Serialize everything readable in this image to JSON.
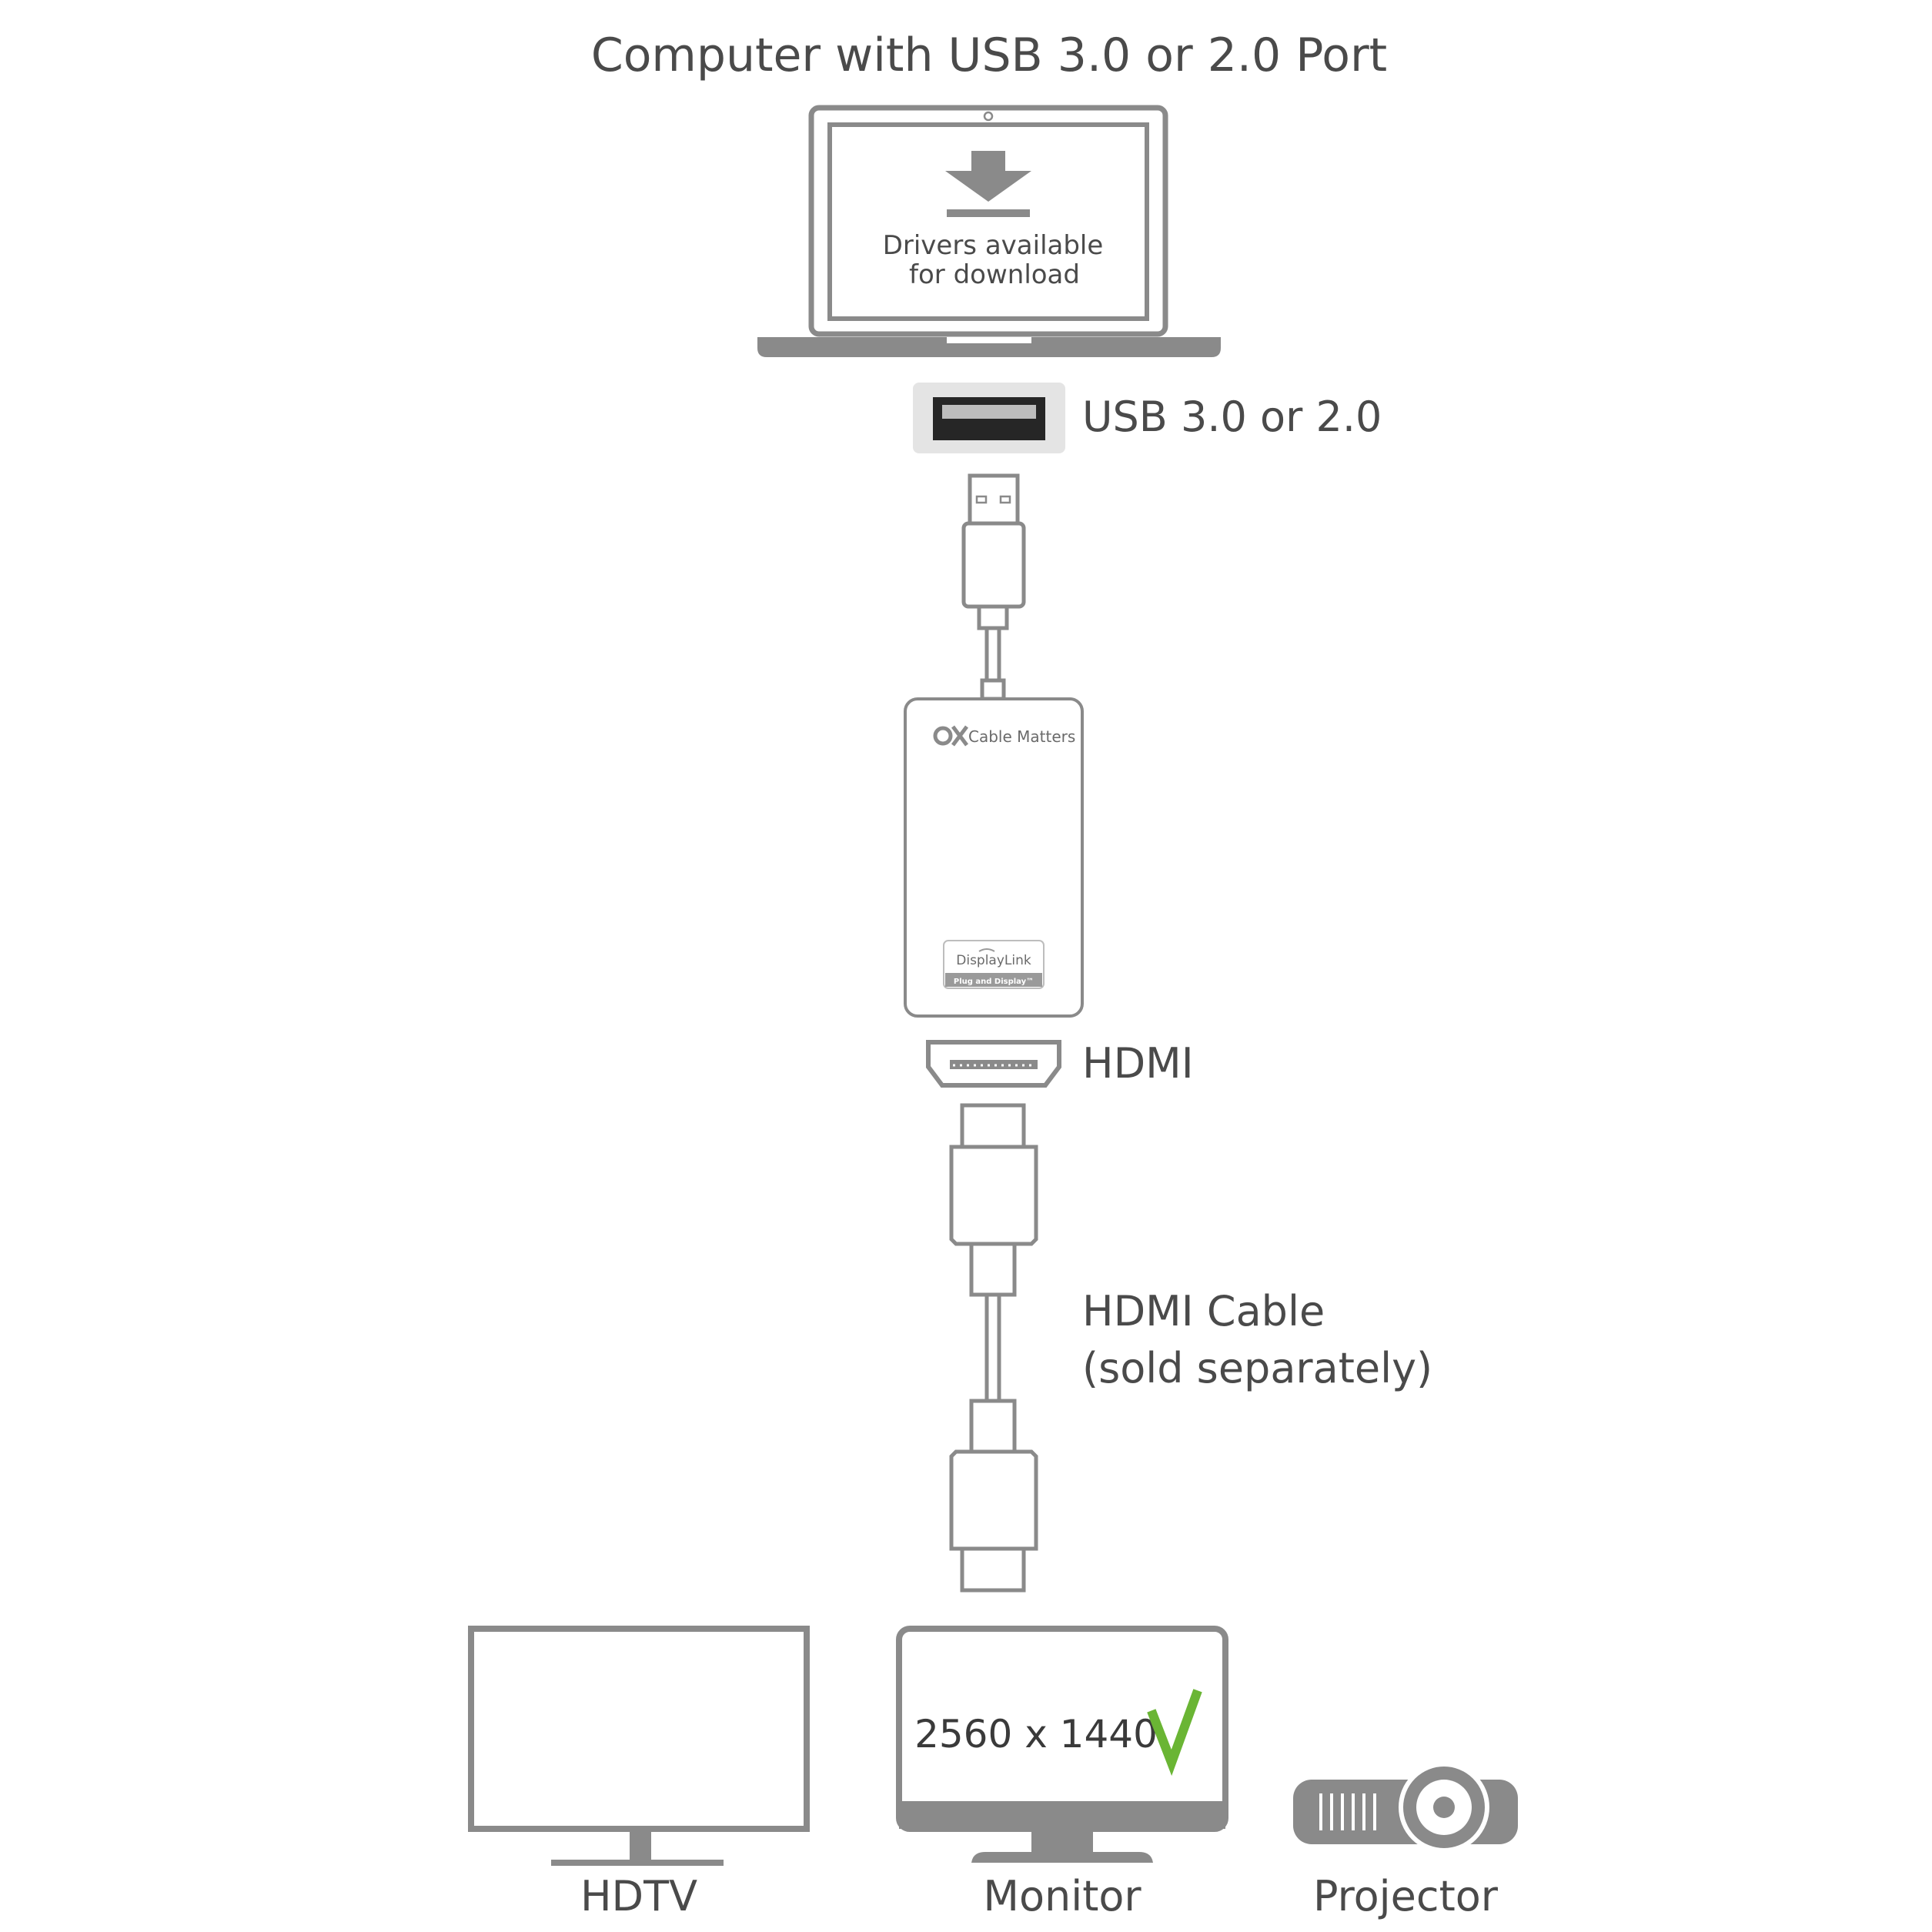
{
  "title": "Computer with USB 3.0 or 2.0 Port",
  "laptop": {
    "line1": "Drivers available",
    "line2": "for download"
  },
  "usb_port_label": "USB 3.0 or 2.0",
  "adapter": {
    "brand": "Cable Matters",
    "badge_title": "DisplayLink",
    "badge_sub": "Plug and Display™"
  },
  "hdmi_port_label": "HDMI",
  "cable_label": {
    "line1": "HDMI Cable",
    "line2": "(sold separately)"
  },
  "monitor_resolution": "2560 x 1440",
  "devices": {
    "hdtv": "HDTV",
    "monitor": "Monitor",
    "projector": "Projector"
  },
  "colors": {
    "outline": "#8a8a8a",
    "fill_dark": "#8a8a8a",
    "text": "#4a4a4a",
    "check": "#6ab534",
    "port_bg": "#e4e4e4",
    "port_slot": "#262626"
  }
}
